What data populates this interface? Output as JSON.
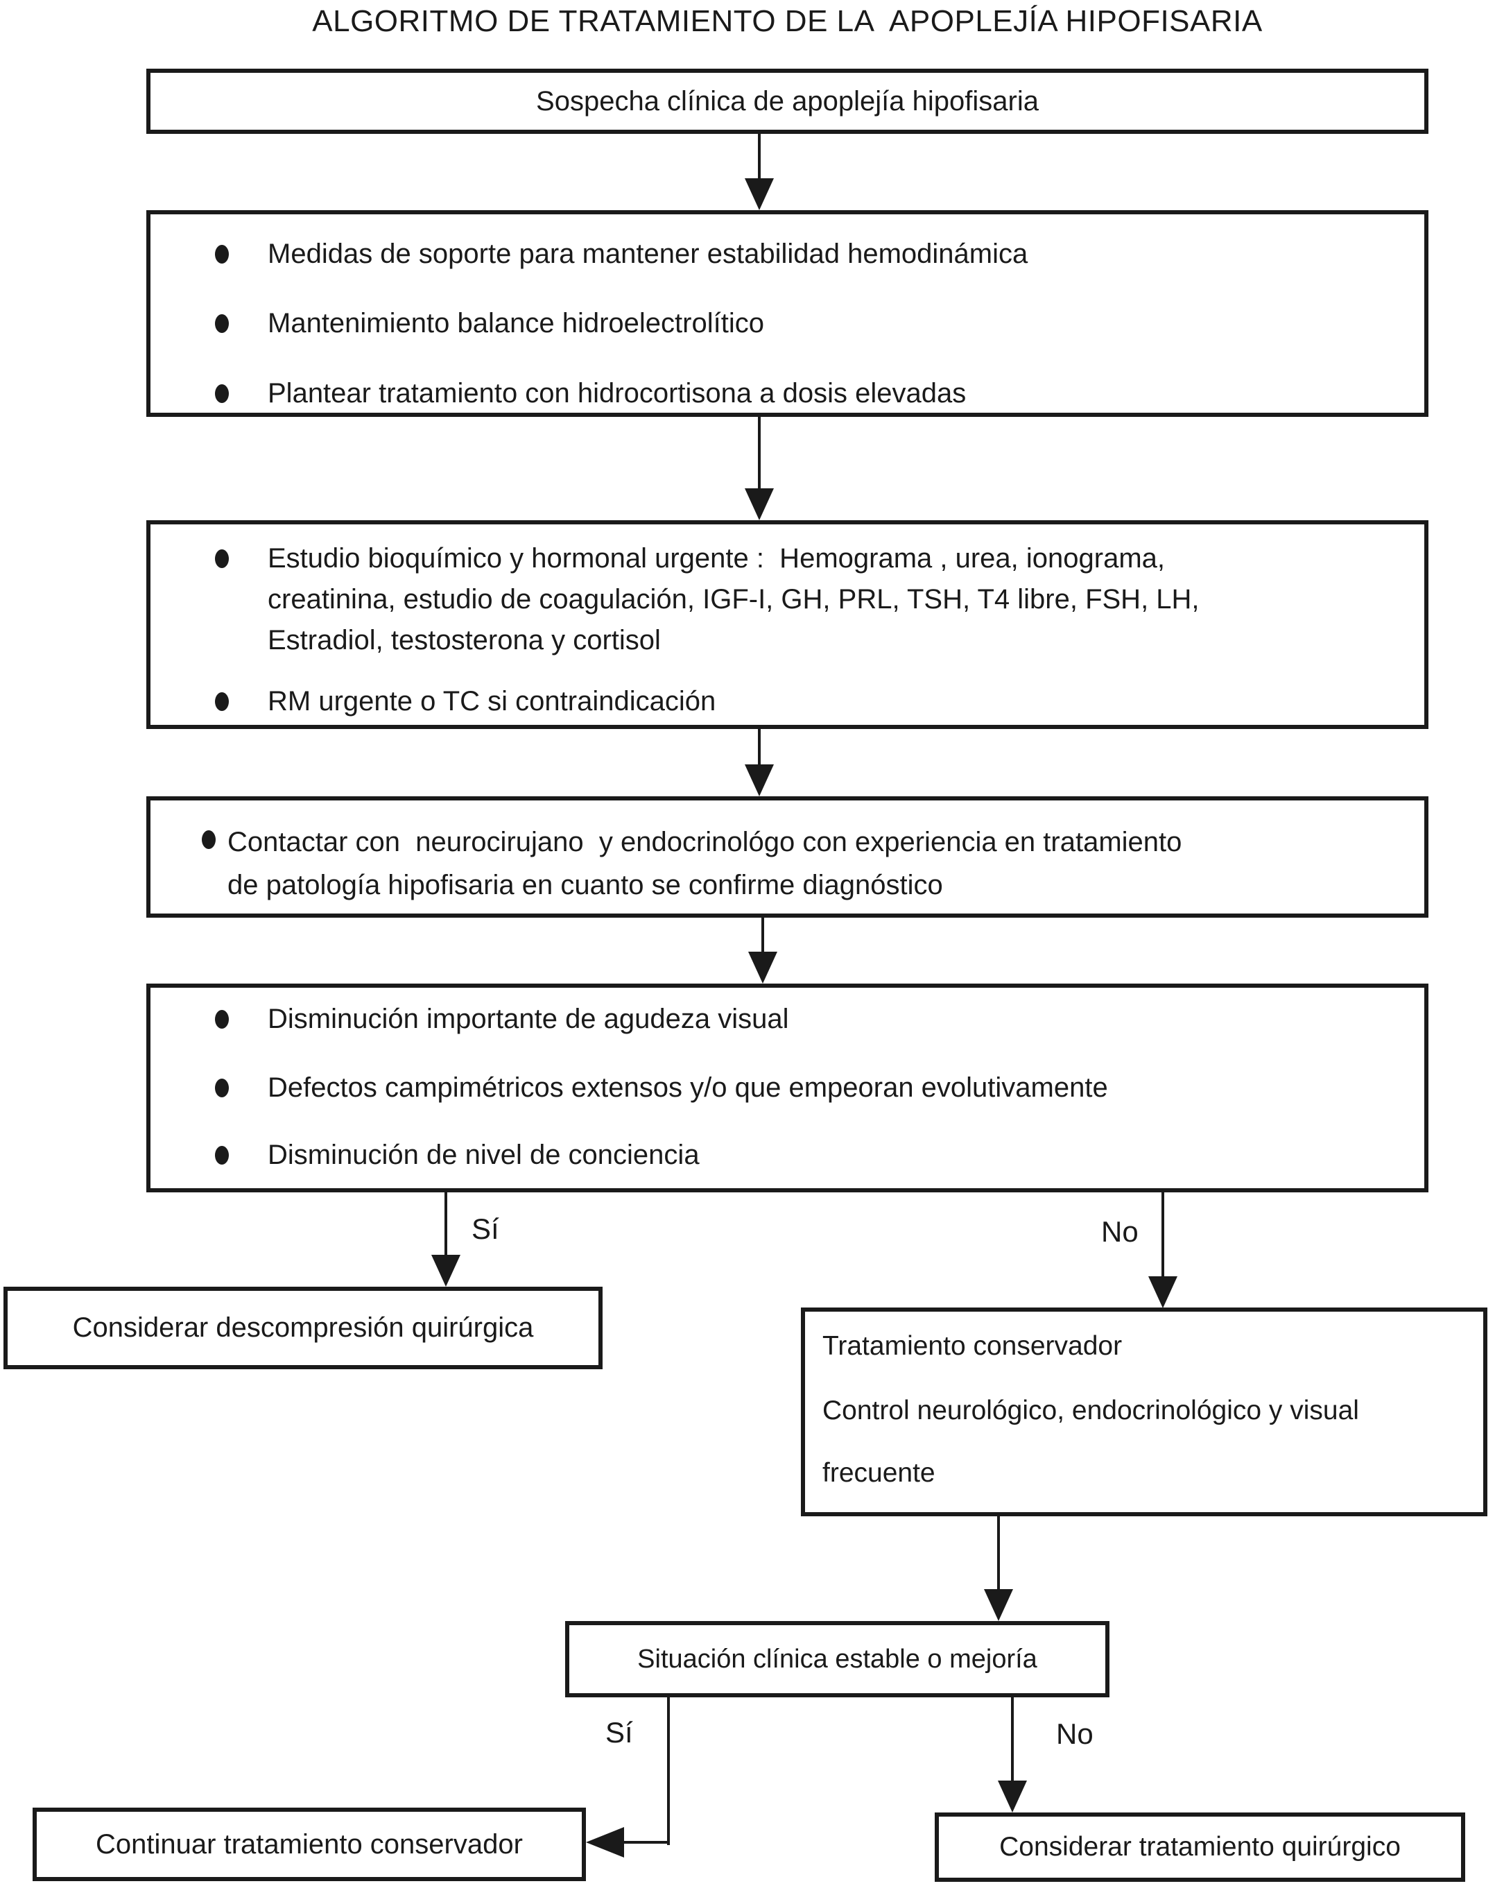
{
  "title": "ALGORITMO DE TRATAMIENTO DE LA  APOPLEJÍA HIPOFISARIA",
  "nodes": {
    "suspicion": {
      "text": "Sospecha clínica de apoplejía hipofisaria"
    },
    "support": {
      "bullets": [
        "Medidas de soporte para mantener estabilidad hemodinámica",
        "Mantenimiento balance hidroelectrolítico",
        "Plantear tratamiento con hidrocortisona a dosis elevadas"
      ]
    },
    "workup": {
      "bullets": [
        "Estudio bioquímico y hormonal urgente :  Hemograma , urea, ionograma,\ncreatinina, estudio de coagulación, IGF-I, GH, PRL, TSH, T4 libre, FSH, LH,\nEstradiol, testosterona y cortisol",
        "RM urgente o TC si contraindicación"
      ]
    },
    "contact": {
      "bullets": [
        "Contactar con  neurocirujano  y endocrinológo con experiencia en tratamiento\nde patología hipofisaria en cuanto se confirme diagnóstico"
      ]
    },
    "criteria": {
      "bullets": [
        "Disminución importante de agudeza visual",
        "Defectos campimétricos extensos y/o que empeoran evolutivamente",
        "Disminución de nivel de conciencia"
      ]
    },
    "decompression": {
      "text": "Considerar descompresión quirúrgica"
    },
    "conservative": {
      "lines": [
        "Tratamiento conservador",
        "Control neurológico, endocrinológico y visual",
        "frecuente"
      ]
    },
    "stability": {
      "text": "Situación clínica estable o mejoría"
    },
    "continue_conservative": {
      "text": "Continuar tratamiento conservador"
    },
    "consider_surgery": {
      "text": "Considerar tratamiento quirúrgico"
    }
  },
  "labels": {
    "yes1": "Sí",
    "no1": "No",
    "yes2": "Sí",
    "no2": "No"
  },
  "colors": {
    "ink": "#1a1a1a",
    "background": "#ffffff"
  }
}
